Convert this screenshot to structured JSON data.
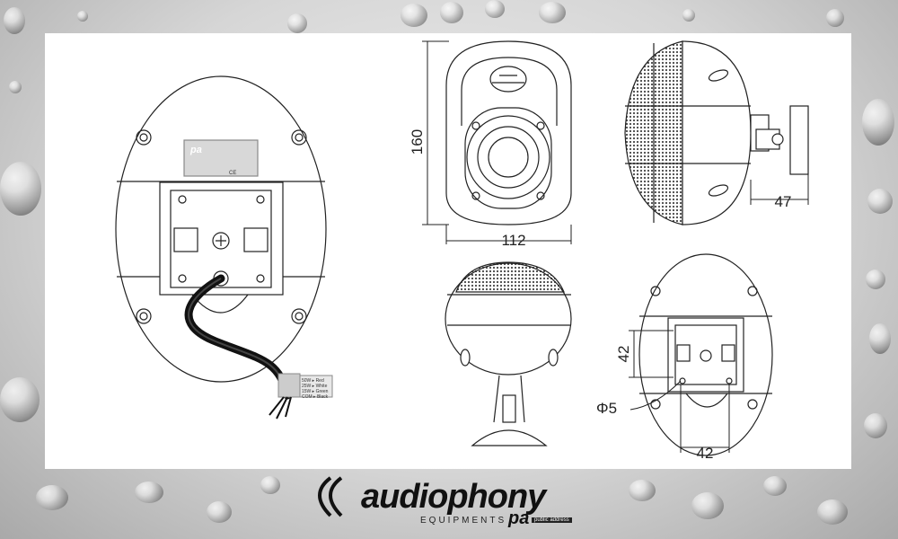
{
  "dimensions": {
    "height": "160",
    "width": "112",
    "depth": "47",
    "bracket_height": "42",
    "bracket_width": "42",
    "hole": "Φ5"
  },
  "wire_legend": [
    "50W ▸ Red",
    "25W ▸ White",
    "15W ▸ Green",
    "COM ▸ Black"
  ],
  "brand": {
    "name": "audiophony",
    "subtitle": "EQUIPMENTS",
    "pa_mark": "pa",
    "pa_sub": "public address"
  },
  "label_plate": {
    "logo": "pa",
    "ce_mark": "CE"
  },
  "colors": {
    "line": "#222222",
    "sheet": "#ffffff"
  }
}
